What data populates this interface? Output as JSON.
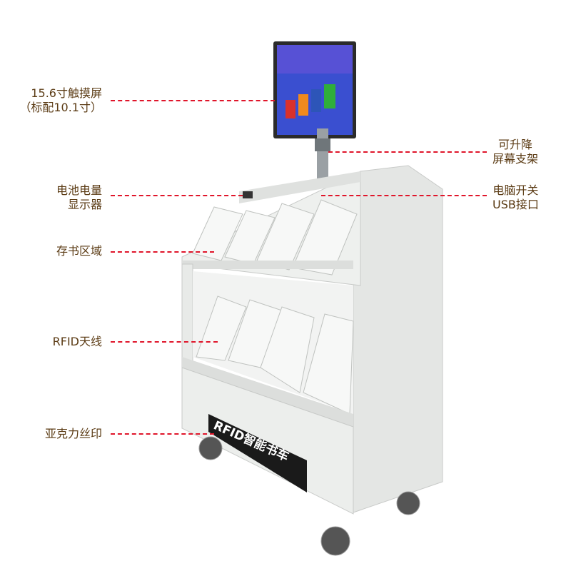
{
  "labels": {
    "screen": {
      "line1": "15.6寸触摸屏",
      "line2": "（标配10.1寸）"
    },
    "stand": {
      "line1": "可升降",
      "line2": "屏幕支架"
    },
    "battery": {
      "line1": "电池电量",
      "line2": "显示器"
    },
    "switch": {
      "line1": "电脑开关",
      "line2": "USB接口"
    },
    "storage": "存书区域",
    "antenna": "RFID天线",
    "acrylic": "亚克力丝印"
  },
  "product": {
    "panel_text": "RFID智能书车"
  },
  "colors": {
    "label": "#5b3b14",
    "leader_line": "#e0152a",
    "cart_body": "#eef0ee",
    "panel": "#1a1a1a"
  }
}
